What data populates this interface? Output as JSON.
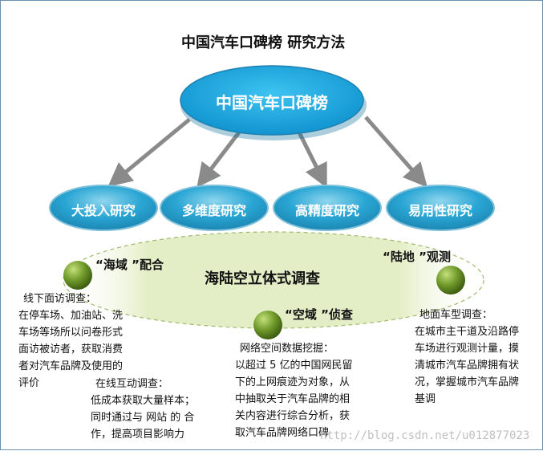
{
  "title": "中国汽车口碑榜 研究方法",
  "center_node": {
    "label": "中国汽车口碑榜"
  },
  "child_nodes": [
    {
      "label": "大投入研究"
    },
    {
      "label": "多维度研究"
    },
    {
      "label": "高精度研究"
    },
    {
      "label": "易用性研究"
    }
  ],
  "band": {
    "label": "海陆空立体式调查"
  },
  "channels": {
    "sea": {
      "tag": "“海域 ”配合",
      "desc1_title": "线下面访调查：",
      "desc1_lines": [
        "在停车场、加油站、洗",
        "车场等场所以问卷形式",
        "面访被访者，获取消费",
        "者对汽车品牌及使用的",
        "评价"
      ],
      "desc2_title": "在线互动调查：",
      "desc2_lines": [
        "低成本获取大量样本；",
        "同时通过与 网站 的 合",
        "作，提高项目影响力"
      ]
    },
    "air": {
      "tag": "“空域 ”侦查",
      "desc_title": "网络空间数据挖掘：",
      "desc_lines": [
        "以超过 5 亿的中国网民留",
        "下的上网痕迹为对象，从",
        "中抽取关于汽车品牌的相",
        "关内容进行综合分析，获",
        "取汽车品牌网络口碑"
      ]
    },
    "land": {
      "tag": "“陆地 ”观测",
      "desc_title": "地面车型调查：",
      "desc_lines": [
        "在城市主干道及沿路停",
        "车场进行观测计量，摸",
        "清城市汽车品牌拥有状",
        "况，掌握城市汽车品牌",
        "基调"
      ]
    }
  },
  "watermark": "http://blog.csdn.net/u012877023",
  "colors": {
    "node_fill": "#29a3cf",
    "node_dark": "#1f7fa6",
    "band_fill": "#e7f0cc",
    "dot_fill": "#6f9a2a",
    "arrow": "#8a8a8a"
  }
}
